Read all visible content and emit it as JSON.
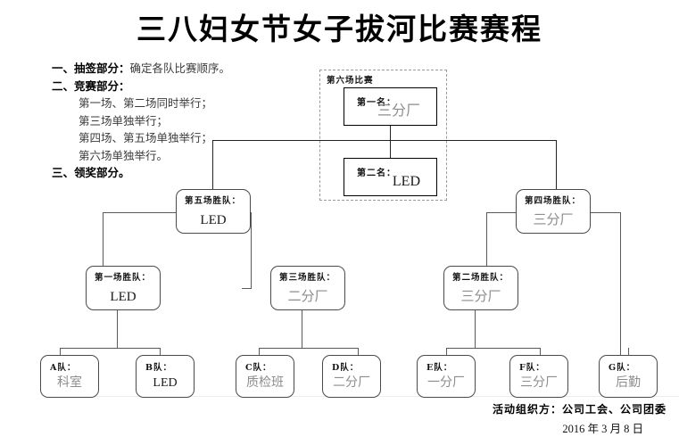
{
  "title": "三八妇女节女子拔河比赛赛程",
  "notes": [
    {
      "heading": "一、抽签部分：",
      "body": "确定各队比赛顺序。",
      "indent": false
    },
    {
      "heading": "二、竞赛部分：",
      "body": "",
      "indent": false
    },
    {
      "heading": "",
      "body": "第一场、第二场同时举行；",
      "indent": true
    },
    {
      "heading": "",
      "body": "第三场单独举行；",
      "indent": true
    },
    {
      "heading": "",
      "body": "第四场、第五场单独举行；",
      "indent": true
    },
    {
      "heading": "",
      "body": "第六场单独举行。",
      "indent": true
    },
    {
      "heading": "三、领奖部分。",
      "body": "",
      "indent": false
    }
  ],
  "final_group": {
    "label": "第六场比赛",
    "first": {
      "label": "第一名：",
      "value": "三分厂"
    },
    "second": {
      "label": "第二名：",
      "value": "LED"
    }
  },
  "semifinals": [
    {
      "label": "第五场胜队：",
      "value": "LED"
    },
    {
      "label": "第四场胜队：",
      "value": "三分厂"
    }
  ],
  "quarterfinals": [
    {
      "label": "第一场胜队：",
      "value": "LED"
    },
    {
      "label": "第三场胜队：",
      "value": "二分厂"
    },
    {
      "label": "第二场胜队：",
      "value": "三分厂"
    }
  ],
  "teams": [
    {
      "label": "A队：",
      "value": "科室"
    },
    {
      "label": "B队：",
      "value": "LED"
    },
    {
      "label": "C队：",
      "value": "质检班"
    },
    {
      "label": "D队：",
      "value": "二分厂"
    },
    {
      "label": "E队：",
      "value": "一分厂"
    },
    {
      "label": "F队：",
      "value": "三分厂"
    },
    {
      "label": "G队：",
      "value": "后勤"
    }
  ],
  "footer": {
    "organizer": "活动组织方：公司工会、公司团委",
    "date": "2016 年 3 月 8 日"
  },
  "colors": {
    "line": "#5a5a5a",
    "value_text": "#8d8d8d",
    "label_text": "#111111",
    "dashed_border": "#9a9a9a"
  }
}
